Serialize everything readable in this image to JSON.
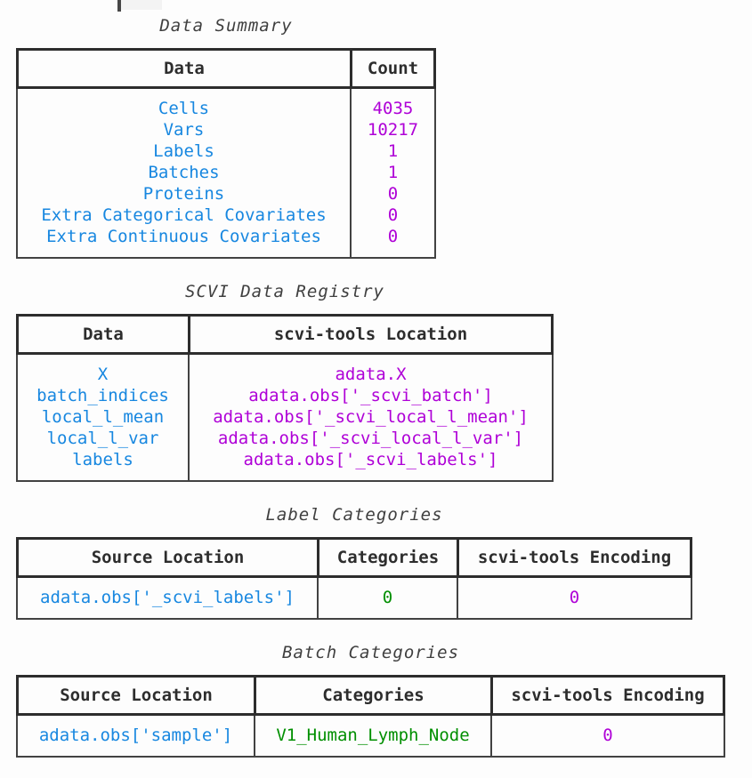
{
  "page": {
    "top_fragment_note": "clipped glyph fragment of text cut off at top of screenshot"
  },
  "colors": {
    "blue": "#1787e0",
    "purple": "#af00d7",
    "green": "#008f00",
    "dark": "#2d2d2d"
  },
  "tables": [
    {
      "title": "Data Summary",
      "columns": [
        "Data",
        "Count"
      ],
      "rows": [
        [
          {
            "text": "Cells",
            "color": "blue"
          },
          {
            "text": "4035",
            "color": "purple"
          }
        ],
        [
          {
            "text": "Vars",
            "color": "blue"
          },
          {
            "text": "10217",
            "color": "purple"
          }
        ],
        [
          {
            "text": "Labels",
            "color": "blue"
          },
          {
            "text": "1",
            "color": "purple"
          }
        ],
        [
          {
            "text": "Batches",
            "color": "blue"
          },
          {
            "text": "1",
            "color": "purple"
          }
        ],
        [
          {
            "text": "Proteins",
            "color": "blue"
          },
          {
            "text": "0",
            "color": "purple"
          }
        ],
        [
          {
            "text": "Extra Categorical Covariates",
            "color": "blue"
          },
          {
            "text": "0",
            "color": "purple"
          }
        ],
        [
          {
            "text": "Extra Continuous Covariates",
            "color": "blue"
          },
          {
            "text": "0",
            "color": "purple"
          }
        ]
      ]
    },
    {
      "title": "SCVI Data Registry",
      "columns": [
        "Data",
        "scvi-tools Location"
      ],
      "rows": [
        [
          {
            "text": "X",
            "color": "blue"
          },
          {
            "text": "adata.X",
            "color": "purple"
          }
        ],
        [
          {
            "text": "batch_indices",
            "color": "blue"
          },
          {
            "text": "adata.obs['_scvi_batch']",
            "color": "purple"
          }
        ],
        [
          {
            "text": "local_l_mean",
            "color": "blue"
          },
          {
            "text": "adata.obs['_scvi_local_l_mean']",
            "color": "purple"
          }
        ],
        [
          {
            "text": "local_l_var",
            "color": "blue"
          },
          {
            "text": "adata.obs['_scvi_local_l_var']",
            "color": "purple"
          }
        ],
        [
          {
            "text": "labels",
            "color": "blue"
          },
          {
            "text": "adata.obs['_scvi_labels']",
            "color": "purple"
          }
        ]
      ]
    },
    {
      "title": "Label Categories",
      "columns": [
        "Source Location",
        "Categories",
        "scvi-tools Encoding"
      ],
      "rows": [
        [
          {
            "text": "adata.obs['_scvi_labels']",
            "color": "blue"
          },
          {
            "text": "0",
            "color": "green"
          },
          {
            "text": "0",
            "color": "purple"
          }
        ]
      ]
    },
    {
      "title": "Batch Categories",
      "columns": [
        "Source Location",
        "Categories",
        "scvi-tools Encoding"
      ],
      "rows": [
        [
          {
            "text": "adata.obs['sample']",
            "color": "blue"
          },
          {
            "text": "V1_Human_Lymph_Node",
            "color": "green"
          },
          {
            "text": "0",
            "color": "purple"
          }
        ]
      ]
    }
  ]
}
